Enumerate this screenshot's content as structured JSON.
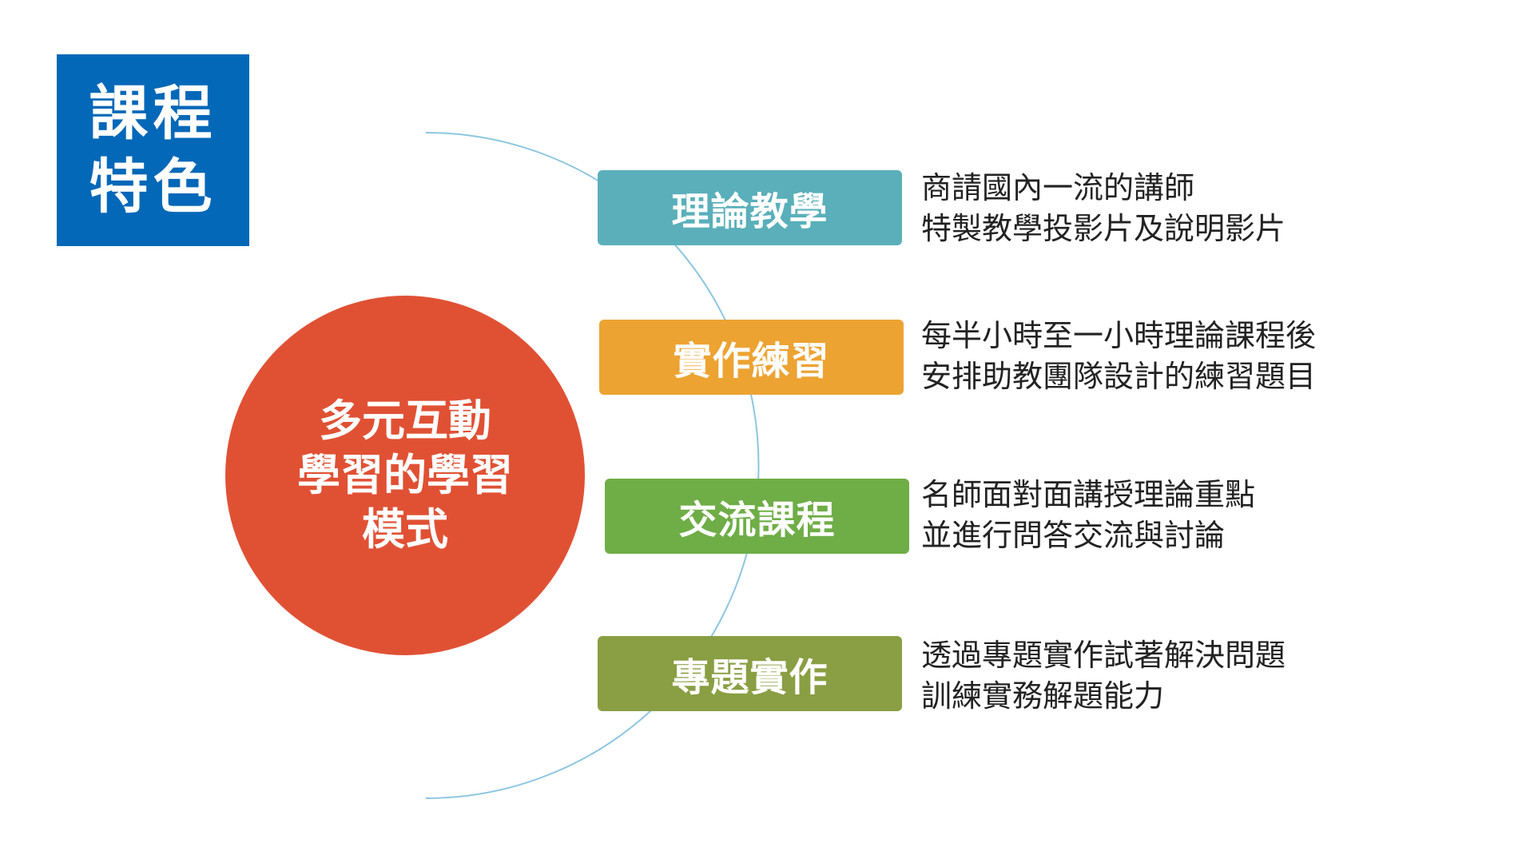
{
  "title": {
    "line1": "課程",
    "line2": "特色"
  },
  "center": {
    "line1": "多元互動",
    "line2": "學習的學習",
    "line3": "模式"
  },
  "items": [
    {
      "label": "理論教學",
      "color": "#5aafba",
      "desc1": "商請國內一流的講師",
      "desc2": "特製教學投影片及說明影片"
    },
    {
      "label": "實作練習",
      "color": "#eca332",
      "desc1": "每半小時至一小時理論課程後",
      "desc2": "安排助教團隊設計的練習題目"
    },
    {
      "label": "交流課程",
      "color": "#6fad47",
      "desc1": "名師面對面講授理論重點",
      "desc2": "並進行問答交流與討論"
    },
    {
      "label": "專題實作",
      "color": "#8a9e43",
      "desc1": "透過專題實作試著解決問題",
      "desc2": "訓練實務解題能力"
    }
  ]
}
